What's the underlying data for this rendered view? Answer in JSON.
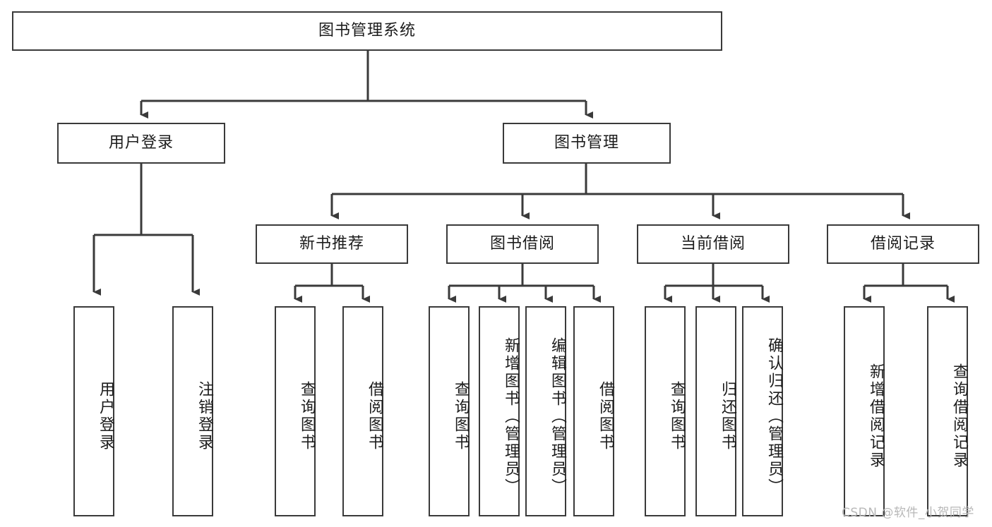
{
  "diagram": {
    "type": "tree-hierarchy-chart",
    "title": "图书管理系统",
    "edge_color": "#3a3a3a",
    "box_border_color": "#3a3a3a",
    "box_fill_color": "#ffffff",
    "background_color": "#ffffff",
    "watermark": "CSDN @软件_小贺同学",
    "watermark_color": "#b8b8b8"
  },
  "nodes": {
    "root": {
      "label": "图书管理系统",
      "level": 0,
      "orientation": "horizontal"
    },
    "level1": [
      {
        "id": "user-login",
        "label": "用户登录",
        "orientation": "horizontal"
      },
      {
        "id": "book-management",
        "label": "图书管理",
        "orientation": "horizontal"
      }
    ],
    "level2": [
      {
        "id": "new-book-recommend",
        "label": "新书推荐",
        "orientation": "horizontal"
      },
      {
        "id": "book-borrow",
        "label": "图书借阅",
        "orientation": "horizontal"
      },
      {
        "id": "current-borrow",
        "label": "当前借阅",
        "orientation": "horizontal"
      },
      {
        "id": "borrow-record",
        "label": "借阅记录",
        "orientation": "horizontal"
      }
    ],
    "leaves": {
      "user-login": [
        {
          "id": "leaf-user-login",
          "label": "用户登录",
          "orientation": "vertical"
        },
        {
          "id": "leaf-logout",
          "label": "注销登录",
          "orientation": "vertical"
        }
      ],
      "new-book-recommend": [
        {
          "id": "leaf-query-book-1",
          "label": "查询图书",
          "orientation": "vertical"
        },
        {
          "id": "leaf-borrow-book-1",
          "label": "借阅图书",
          "orientation": "vertical"
        }
      ],
      "book-borrow": [
        {
          "id": "leaf-query-book-2",
          "label": "查询图书",
          "orientation": "vertical"
        },
        {
          "id": "leaf-add-book",
          "label": "新增图书（管理员）",
          "orientation": "vertical"
        },
        {
          "id": "leaf-edit-book",
          "label": "编辑图书（管理员）",
          "orientation": "vertical"
        },
        {
          "id": "leaf-borrow-book-2",
          "label": "借阅图书",
          "orientation": "vertical"
        }
      ],
      "current-borrow": [
        {
          "id": "leaf-query-book-3",
          "label": "查询图书",
          "orientation": "vertical"
        },
        {
          "id": "leaf-return-book",
          "label": "归还图书",
          "orientation": "vertical"
        },
        {
          "id": "leaf-confirm-return",
          "label": "确认归还（管理员）",
          "orientation": "vertical"
        }
      ],
      "borrow-record": [
        {
          "id": "leaf-add-record",
          "label": "新增借阅记录",
          "orientation": "vertical"
        },
        {
          "id": "leaf-query-record",
          "label": "查询借阅记录",
          "orientation": "vertical"
        }
      ]
    }
  }
}
